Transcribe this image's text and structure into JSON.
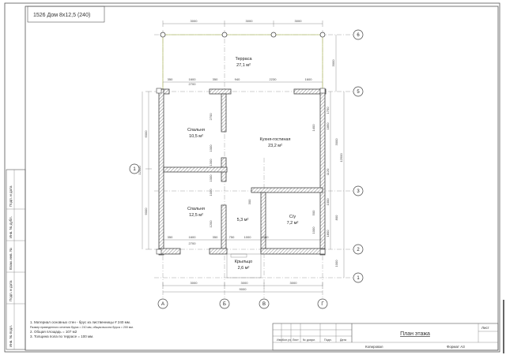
{
  "title_box": {
    "text": "1526 Дом 8х12,5 (240)"
  },
  "rooms": {
    "terrace": {
      "name": "Терраса",
      "area": "27,1 м²"
    },
    "bedroom_top": {
      "name": "Спальня",
      "area": "10,5 м²"
    },
    "kitchen": {
      "name": "Кухня-гостиная",
      "area": "23,2 м²"
    },
    "bedroom_bottom": {
      "name": "Спальня",
      "area": "12,5 м²"
    },
    "closet": {
      "area": "5,3 м²"
    },
    "bath": {
      "name": "С/у",
      "area": "7,2 м²"
    },
    "porch": {
      "name": "Крыльцо",
      "area": "2,6 м²"
    }
  },
  "axes": {
    "letters": [
      "А",
      "Б",
      "В",
      "Г"
    ],
    "numbers": [
      "6",
      "5",
      "3",
      "2",
      "1"
    ],
    "left": "1"
  },
  "dims": {
    "top_row": [
      "3000",
      "3000",
      "3000"
    ],
    "upper_row": [
      "350",
      "1600",
      "350",
      "940",
      "2230",
      "1600"
    ],
    "upper_sub": "2700",
    "lower_row": [
      "350",
      "1600",
      "350",
      "750",
      "1000",
      "1000"
    ],
    "lower_sub": "2700",
    "bottom_row": [
      "3000",
      "3000",
      "3000"
    ],
    "bottom_total": "9000",
    "left_outer": [
      "6000",
      "6000"
    ],
    "left_total": "12000",
    "right_terrace": "3000",
    "right_main": "12500",
    "right_inner": [
      "1750",
      "1850",
      "3000",
      "1120",
      "1000",
      "800",
      "1800"
    ],
    "right_bottom": "1000",
    "interior": [
      "2700",
      "1000",
      "1300",
      "1000",
      "1000",
      "1200",
      "300",
      "500",
      "1400",
      "1000"
    ]
  },
  "notes": [
    "1. Материал основных стен - брус из лиственницы # 240 мм.",
    "   Размер приведенного сечения бруса = 210 мм, общая высота бруса = 200 мм.",
    "2. Общая площадь = 107 м2",
    "3. Толщина пола по террасе = 100 мм."
  ],
  "stamp": {
    "headers": [
      "Изм.",
      "Кол.уч.",
      "Лист",
      "№ докум.",
      "Подп.",
      "Дата"
    ],
    "title": "План этажа",
    "sheet_label": "Лист",
    "copied": "Копировал",
    "format": "Формат А3"
  },
  "side_labels": [
    "Инв. № подл.",
    "Подп. и дата",
    "Взам. инв. №",
    "Инв. № дубл.",
    "Подп. и дата"
  ],
  "colors": {
    "terrace_outline": "#b8c070",
    "line": "#555555"
  }
}
